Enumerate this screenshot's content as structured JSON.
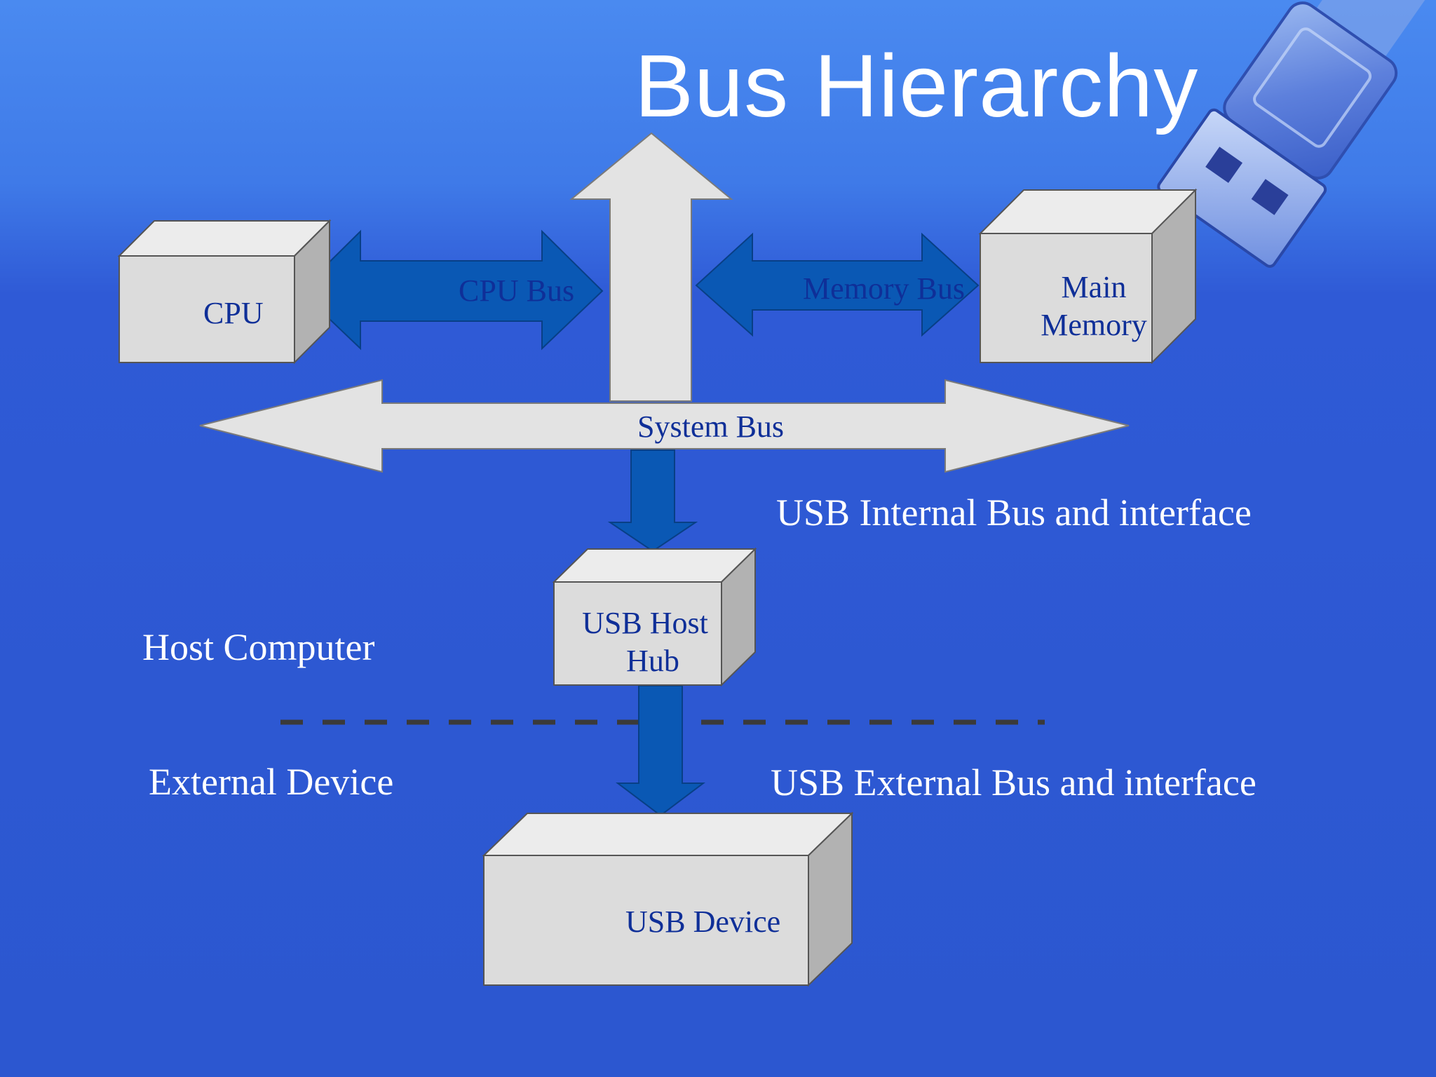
{
  "title": "Bus Hierarchy",
  "nodes": {
    "cpu": "CPU",
    "main_memory": [
      "Main",
      "Memory"
    ],
    "usb_host_hub": [
      "USB Host",
      "Hub"
    ],
    "usb_device": "USB Device"
  },
  "buses": {
    "cpu_bus": "CPU Bus",
    "memory_bus": "Memory Bus",
    "system_bus": "System Bus"
  },
  "annotations": {
    "usb_internal": "USB Internal Bus and interface",
    "usb_external": "USB External Bus and interface",
    "host_computer": "Host Computer",
    "external_device": "External Device"
  },
  "colors": {
    "box_face": "#dedede",
    "box_side": "#b4b4b4",
    "arrow_dark_blue": "#0a58b4",
    "label_text": "#0f2f98",
    "divider": "#3a3a3a"
  }
}
